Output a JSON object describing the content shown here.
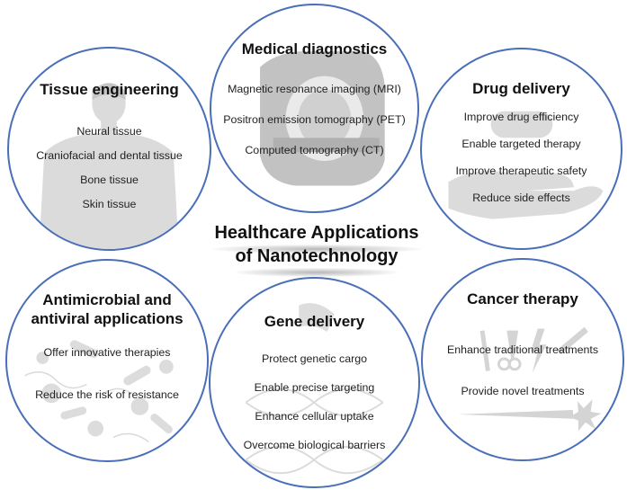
{
  "center": {
    "line1": "Healthcare Applications",
    "line2": "of Nanotechnology"
  },
  "tissue": {
    "title": "Tissue engineering",
    "items": [
      "Neural tissue",
      "Craniofacial and dental tissue",
      "Bone tissue",
      "Skin tissue"
    ]
  },
  "medical": {
    "title": "Medical diagnostics",
    "items": [
      "Magnetic resonance imaging (MRI)",
      "Positron emission tomography (PET)",
      "Computed tomography (CT)"
    ]
  },
  "drug": {
    "title": "Drug delivery",
    "items": [
      "Improve drug efficiency",
      "Enable targeted therapy",
      "Improve therapeutic safety",
      "Reduce side effects"
    ]
  },
  "antimicrobial": {
    "title_line1": "Antimicrobial and",
    "title_line2": "antiviral applications",
    "items": [
      "Offer innovative therapies",
      "Reduce the risk of resistance"
    ]
  },
  "gene": {
    "title": "Gene delivery",
    "items": [
      "Protect genetic cargo",
      "Enable precise targeting",
      "Enhance cellular uptake",
      "Overcome biological barriers"
    ]
  },
  "cancer": {
    "title": "Cancer therapy",
    "items": [
      "Enhance traditional treatments",
      "Provide novel treatments"
    ]
  },
  "colors": {
    "circle_border": "#4a6fb8",
    "illustration_gray": "#c8c8c8",
    "text": "#1a1a1a"
  },
  "icons": {
    "tissue": "human-torso-icon",
    "medical": "mri-scanner-icon",
    "drug": "hand-holding-pill-icon",
    "antimicrobial": "bacteria-virus-icon",
    "gene": "dna-helix-icon",
    "cancer": "surgical-tools-icon"
  }
}
